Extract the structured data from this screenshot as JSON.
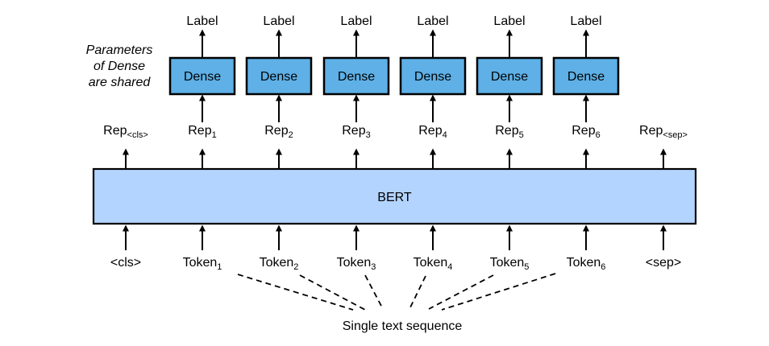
{
  "note_lines": [
    "Parameters",
    "of Dense",
    "are shared"
  ],
  "top_labels": [
    "Label",
    "Label",
    "Label",
    "Label",
    "Label",
    "Label"
  ],
  "dense_labels": [
    "Dense",
    "Dense",
    "Dense",
    "Dense",
    "Dense",
    "Dense"
  ],
  "reps": [
    {
      "base": "Rep",
      "sub": "<cls>"
    },
    {
      "base": "Rep",
      "sub": "1"
    },
    {
      "base": "Rep",
      "sub": "2"
    },
    {
      "base": "Rep",
      "sub": "3"
    },
    {
      "base": "Rep",
      "sub": "4"
    },
    {
      "base": "Rep",
      "sub": "5"
    },
    {
      "base": "Rep",
      "sub": "6"
    },
    {
      "base": "Rep",
      "sub": "<sep>"
    }
  ],
  "bert_label": "BERT",
  "tokens": [
    {
      "base": "<cls>",
      "sub": ""
    },
    {
      "base": "Token",
      "sub": "1"
    },
    {
      "base": "Token",
      "sub": "2"
    },
    {
      "base": "Token",
      "sub": "3"
    },
    {
      "base": "Token",
      "sub": "4"
    },
    {
      "base": "Token",
      "sub": "5"
    },
    {
      "base": "Token",
      "sub": "6"
    },
    {
      "base": "<sep>",
      "sub": ""
    }
  ],
  "source_label": "Single text sequence",
  "colors": {
    "dense_fill": "#5eb0e6",
    "bert_fill": "#b3d4ff",
    "stroke": "#000000"
  }
}
